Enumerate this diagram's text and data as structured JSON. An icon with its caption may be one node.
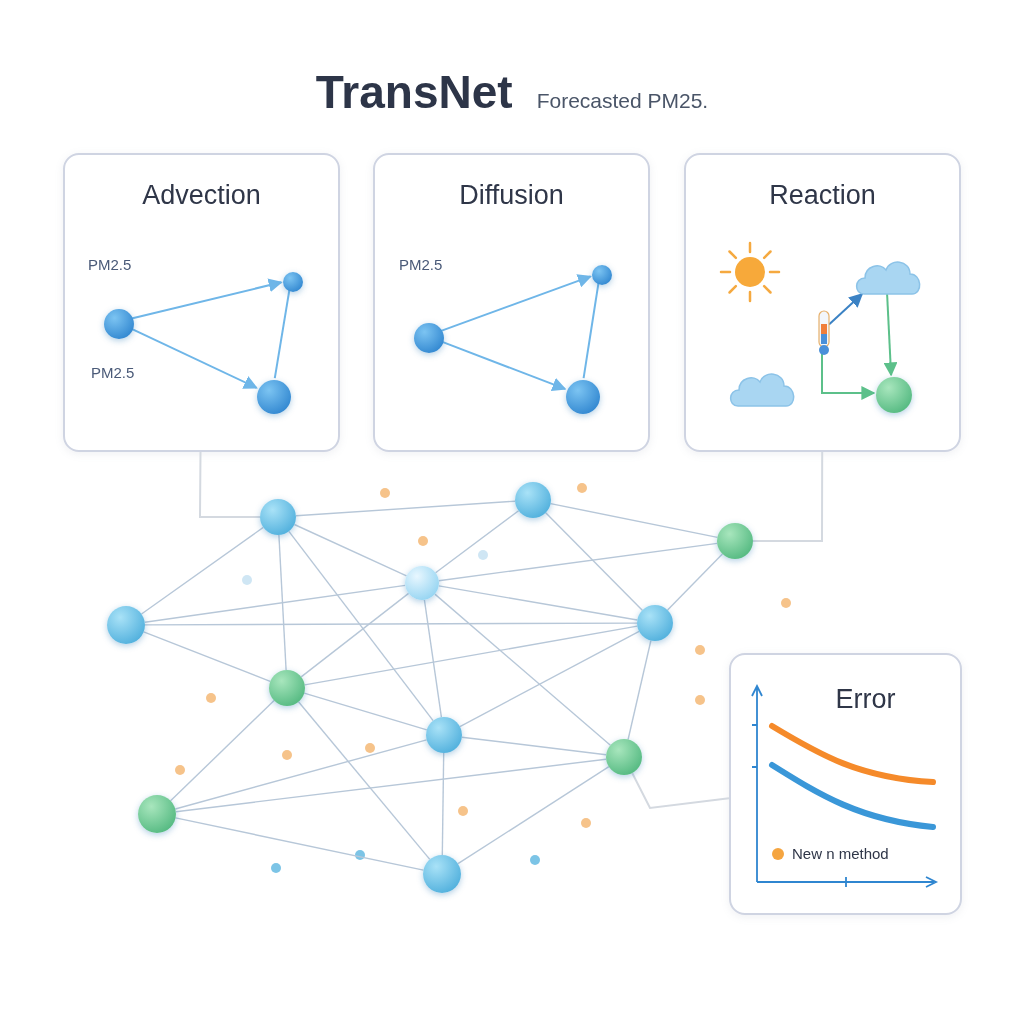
{
  "diagram": {
    "title": "TransNet",
    "nodes": [
      {
        "text": [
          "Advection"
        ]
      },
      {
        "text": [],
        "shape": "circle",
        "in": 0
      },
      {
        "text": [],
        "shape": "circle",
        "in": 0
      },
      {
        "text": [],
        "shape": "circle",
        "in": 0
      },
      {
        "text": [
          "Diffusion"
        ]
      },
      {
        "text": [],
        "shape": "circle",
        "in": 4
      },
      {
        "text": [],
        "shape": "circle",
        "in": 4
      },
      {
        "text": [],
        "shape": "circle",
        "in": 4
      },
      {
        "text": [
          "Reaction"
        ]
      },
      {
        "text": [],
        "shape": "picture",
        "in": 8
      },
      {
        "text": [],
        "shape": "cloud",
        "in": 8
      },
      {
        "text": [],
        "shape": "cloud",
        "in": 8
      },
      {
        "text": [],
        "shape": "picture",
        "in": 8
      },
      {
        "text": [],
        "shape": "circle",
        "in": 8
      },
      {
        "text": [
          "Error"
        ]
      },
      {
        "text": [],
        "shape": "circle"
      },
      {
        "text": [],
        "shape": "circle"
      },
      {
        "text": [],
        "shape": "circle"
      },
      {
        "text": [],
        "shape": "circle"
      },
      {
        "text": [],
        "shape": "circle"
      },
      {
        "text": [],
        "shape": "circle"
      },
      {
        "text": [],
        "shape": "circle"
      },
      {
        "text": [],
        "shape": "circle"
      },
      {
        "text": [],
        "shape": "circle"
      },
      {
        "text": [],
        "shape": "circle"
      },
      {
        "text": [],
        "shape": "circle"
      }
    ],
    "edges": [
      {
        "from": 1,
        "to": 2,
        "arrow": "to",
        "color": "#6fb6e8"
      },
      {
        "from": 1,
        "to": 3,
        "arrow": "to",
        "color": "#6fb6e8"
      },
      {
        "from": 2,
        "to": 3,
        "arrow": "none",
        "color": "#6fb6e8"
      },
      {
        "from": 5,
        "to": 6,
        "arrow": "to",
        "color": "#6fb6e8"
      },
      {
        "from": 5,
        "to": 7,
        "arrow": "to",
        "color": "#6fb6e8"
      },
      {
        "from": 6,
        "to": 7,
        "arrow": "none",
        "color": "#6fb6e8"
      },
      {
        "from": 12,
        "to": 10,
        "arrow": "to",
        "color": "#3b82c4"
      },
      {
        "from": 10,
        "to": 13,
        "arrow": "to",
        "color": "#5cc08a"
      },
      {
        "from": 12,
        "to": 13,
        "arrow": "to",
        "color": "#5cc08a"
      },
      {
        "from": 0,
        "to": 15,
        "arrow": "none",
        "color": "#d4d9e0"
      },
      {
        "from": 8,
        "to": 17,
        "arrow": "none",
        "color": "#d4d9e0"
      },
      {
        "from": 14,
        "to": 23,
        "arrow": "none",
        "color": "#d4d9e0"
      },
      {
        "from": 15,
        "to": 16,
        "arrow": "none"
      },
      {
        "from": 15,
        "to": 18,
        "arrow": "none"
      },
      {
        "from": 15,
        "to": 19,
        "arrow": "none"
      },
      {
        "from": 15,
        "to": 21,
        "arrow": "none"
      },
      {
        "from": 15,
        "to": 22,
        "arrow": "none"
      },
      {
        "from": 16,
        "to": 19,
        "arrow": "none"
      },
      {
        "from": 16,
        "to": 17,
        "arrow": "none"
      },
      {
        "from": 16,
        "to": 20,
        "arrow": "none"
      },
      {
        "from": 17,
        "to": 20,
        "arrow": "none"
      },
      {
        "from": 17,
        "to": 19,
        "arrow": "none"
      },
      {
        "from": 18,
        "to": 19,
        "arrow": "none"
      },
      {
        "from": 18,
        "to": 21,
        "arrow": "none"
      },
      {
        "from": 18,
        "to": 20,
        "arrow": "none"
      },
      {
        "from": 19,
        "to": 21,
        "arrow": "none"
      },
      {
        "from": 19,
        "to": 22,
        "arrow": "none"
      },
      {
        "from": 19,
        "to": 23,
        "arrow": "none"
      },
      {
        "from": 19,
        "to": 20,
        "arrow": "none"
      },
      {
        "from": 20,
        "to": 21,
        "arrow": "none"
      },
      {
        "from": 20,
        "to": 22,
        "arrow": "none"
      },
      {
        "from": 20,
        "to": 23,
        "arrow": "none"
      },
      {
        "from": 21,
        "to": 22,
        "arrow": "none"
      },
      {
        "from": 21,
        "to": 24,
        "arrow": "none"
      },
      {
        "from": 21,
        "to": 25,
        "arrow": "none"
      },
      {
        "from": 22,
        "to": 23,
        "arrow": "none"
      },
      {
        "from": 22,
        "to": 24,
        "arrow": "none"
      },
      {
        "from": 22,
        "to": 25,
        "arrow": "none"
      },
      {
        "from": 24,
        "to": 25,
        "arrow": "none"
      },
      {
        "from": 23,
        "to": 25,
        "arrow": "none"
      },
      {
        "from": 24,
        "to": 23,
        "arrow": "none"
      }
    ],
    "labels": [
      "Forecasted PM25.",
      "PM2.5",
      "PM2.5",
      "PM2.5"
    ],
    "legend": [
      {
        "text": "New n method",
        "color": "#f5a540"
      }
    ]
  }
}
